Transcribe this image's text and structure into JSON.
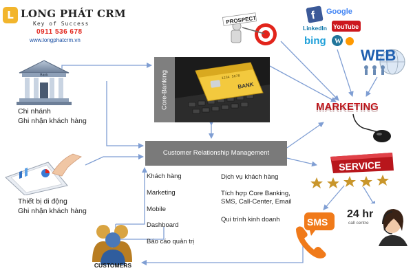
{
  "logo": {
    "mark": "L",
    "brand": "LONG PHÁT CRM",
    "slogan": "Key of Success",
    "phone": "0911 536 678",
    "website": "www.longphatcrm.vn"
  },
  "branch": {
    "icon": "bank-building-icon",
    "sign": "Bank",
    "line1": "Chi nhánh",
    "line2": "Ghi nhận khách hàng"
  },
  "mobile_device": {
    "icon": "tablet-hand-icon",
    "line1": "Thiết bị di động",
    "line2": "Ghi nhận khách hàng"
  },
  "core_banking": {
    "label": "Core-Banking",
    "card_text": "BANK",
    "card_number": "1234 5678"
  },
  "crm": {
    "title": "Customer Relationship Management",
    "modules_left": [
      "Khách hàng",
      "Marketing",
      "Mobile",
      "Dashboard",
      "Báo cáo quản trị"
    ],
    "modules_right": [
      [
        "Dịch vụ khách hàng"
      ],
      [
        "Tích hợp Core Banking,",
        "SMS, Call-Center, Email"
      ],
      [
        "Qui trình kinh doanh"
      ]
    ]
  },
  "right_side": {
    "prospect": "PROSPECT",
    "social_icons": [
      "Google",
      "facebook",
      "LinkedIn",
      "YouTube",
      "bing"
    ],
    "web": "WEB",
    "marketing": "MARKETING",
    "service": "SERVICE",
    "sms": "SMS",
    "support_24": "24 hr",
    "support_sub": "call centre"
  },
  "customers": {
    "label": "CUSTOMERS"
  },
  "colors": {
    "arrow": "#7f9ed3",
    "crm_box": "#7a7a7a",
    "core_box": "#7f7f7f",
    "marketing_red": "#c4161c",
    "web_blue": "#1f5fb0",
    "logo_gold": "#f2b52c",
    "phone_red": "#e2241b"
  }
}
